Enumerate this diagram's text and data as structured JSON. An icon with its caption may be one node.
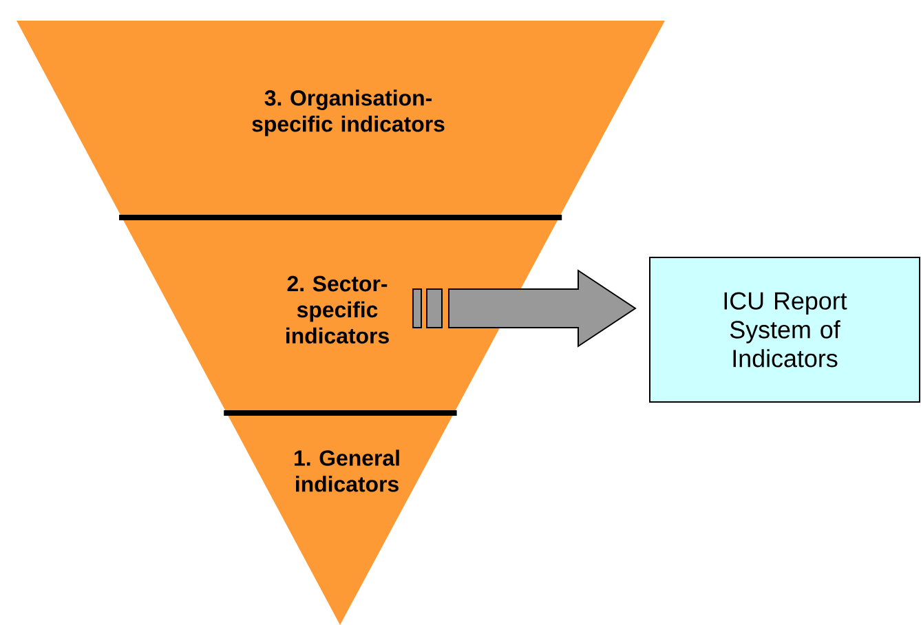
{
  "diagram": {
    "nodes": [
      {
        "text": [
          "3. Organisation-specific indicators"
        ]
      },
      {
        "text": [
          "2. Sector-specific indicators"
        ]
      },
      {
        "text": [
          "1. General indicators"
        ]
      },
      {
        "text": [
          "ICU Report System of Indicators"
        ]
      }
    ],
    "edges": [
      {
        "from": 1,
        "to": 3,
        "arrow": "to",
        "style": "thick"
      }
    ]
  }
}
